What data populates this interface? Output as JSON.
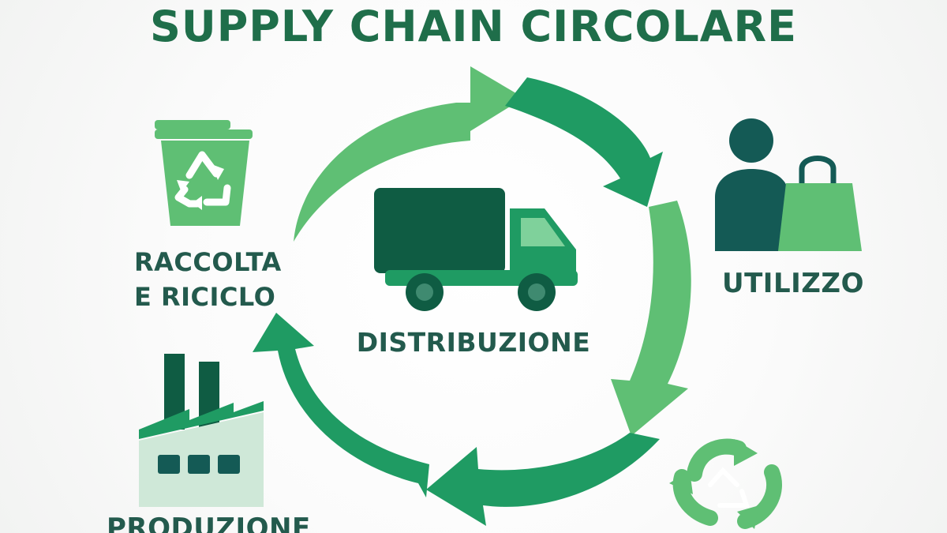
{
  "title": "SUPPLY CHAIN CIRCOLARE",
  "stages": {
    "raccolta": {
      "line1": "RACCOLTA",
      "line2": "E RICICLO",
      "icon": "recycle-bin-icon"
    },
    "distribuzione": {
      "label": "DISTRIBUZIONE",
      "icon": "delivery-truck-icon"
    },
    "utilizzo": {
      "label": "UTILIZZO",
      "icon": "consumer-with-bag-icon"
    },
    "produzione": {
      "label": "PRODUZIONE",
      "icon": "factory-icon"
    }
  },
  "colors": {
    "title": "#1f6e4a",
    "label": "#235a4d",
    "arrow_light": "#5fbf74",
    "arrow_dark": "#1f9b63",
    "dark_green": "#0f5c43",
    "teal": "#145a55"
  }
}
